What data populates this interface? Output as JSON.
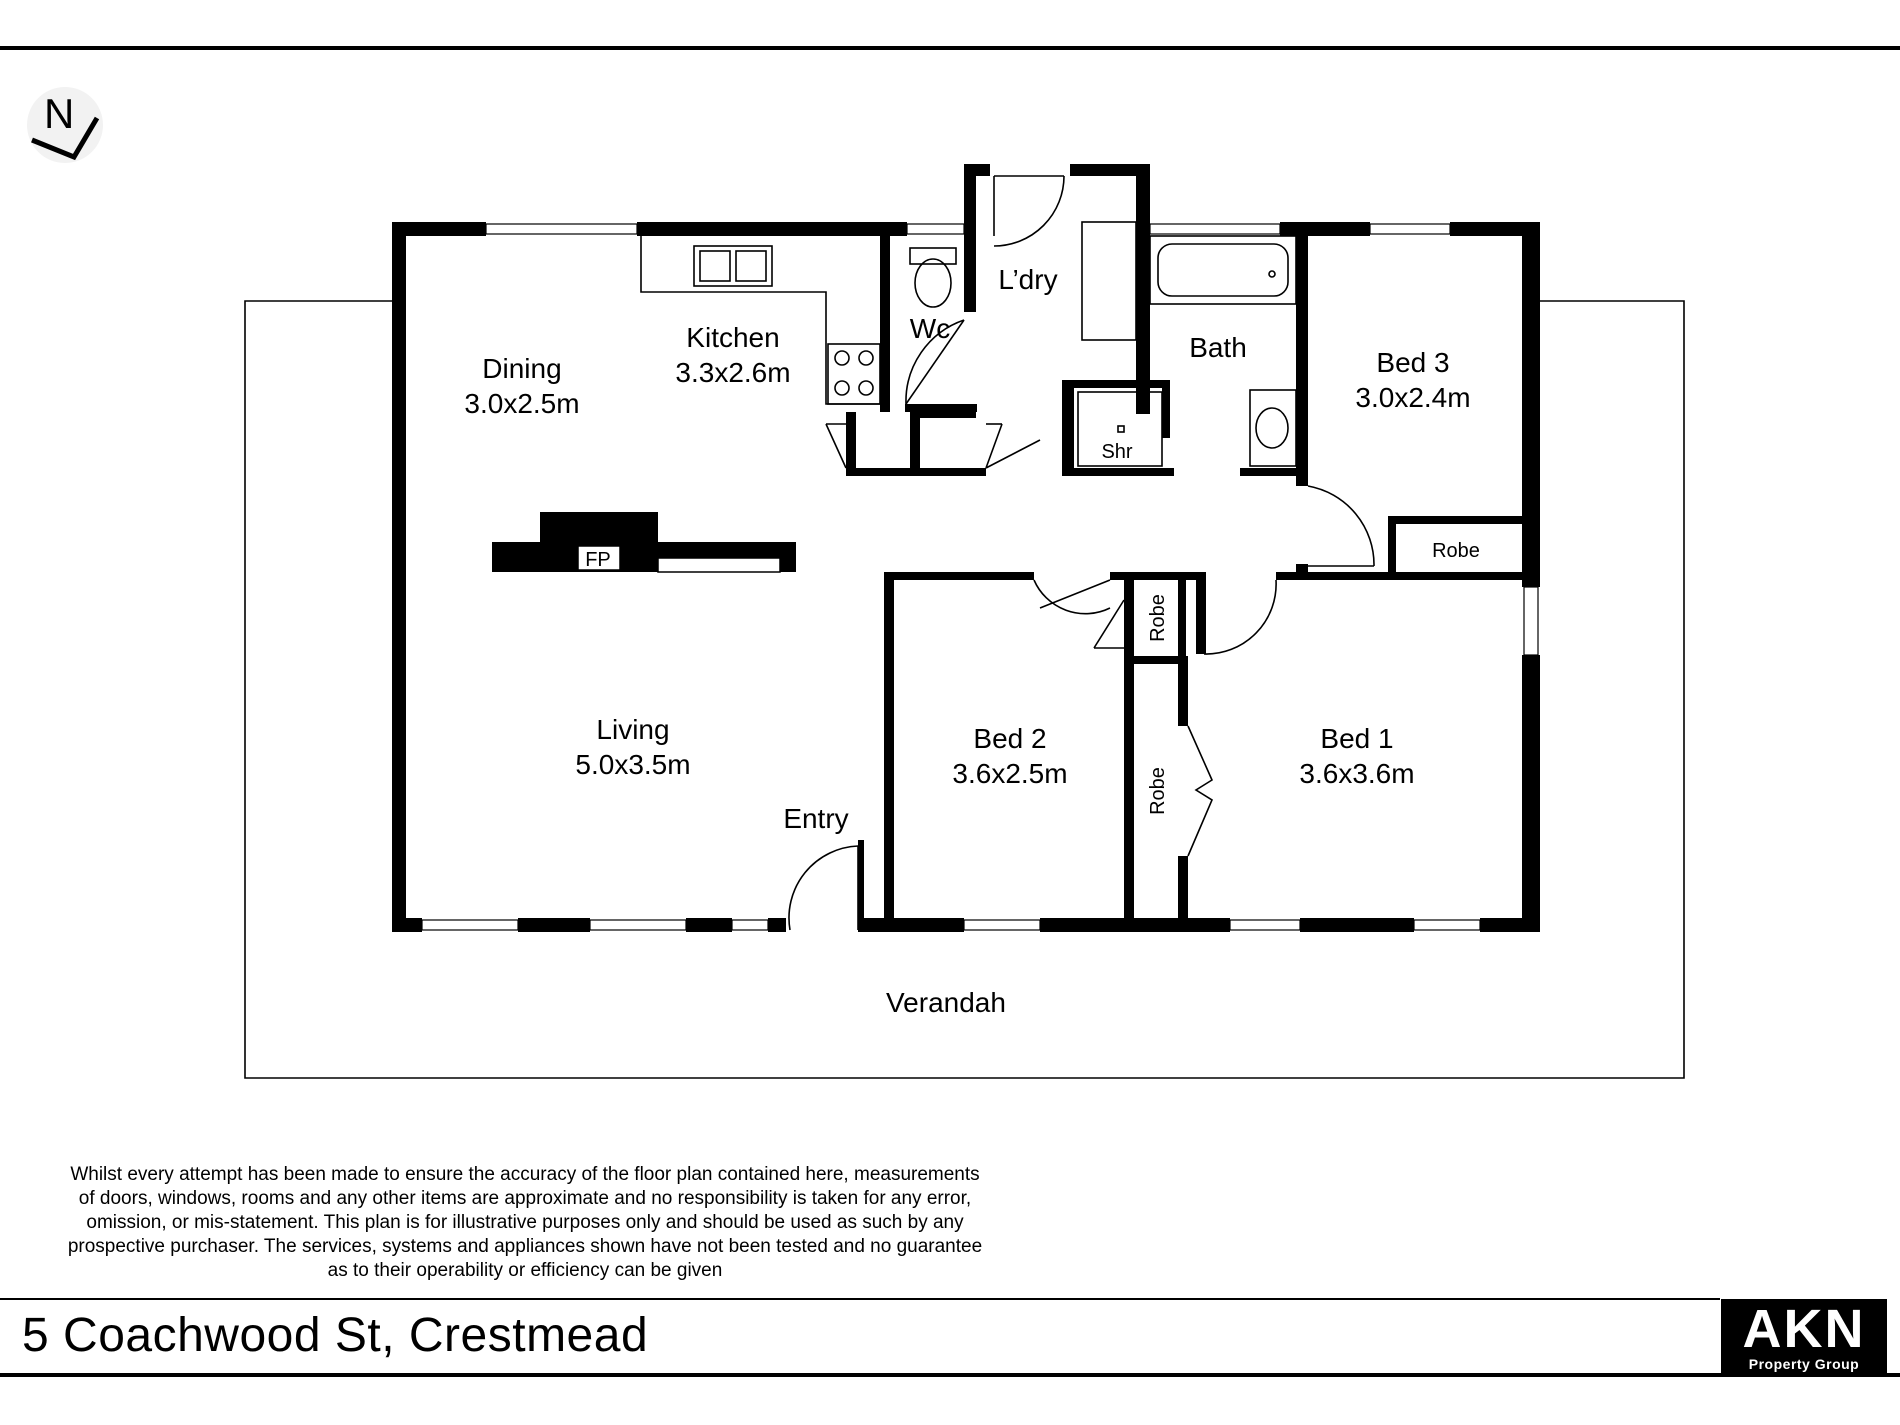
{
  "compass": {
    "label": "N"
  },
  "rooms": {
    "dining": {
      "name": "Dining",
      "size": "3.0x2.5m"
    },
    "kitchen": {
      "name": "Kitchen",
      "size": "3.3x2.6m"
    },
    "wc": {
      "name": "Wc"
    },
    "laundry": {
      "name": "L’dry"
    },
    "bath": {
      "name": "Bath"
    },
    "shower": {
      "name": "Shr"
    },
    "bed3": {
      "name": "Bed 3",
      "size": "3.0x2.4m"
    },
    "bed3_robe": {
      "name": "Robe"
    },
    "fireplace": {
      "name": "FP"
    },
    "living": {
      "name": "Living",
      "size": "5.0x3.5m"
    },
    "entry": {
      "name": "Entry"
    },
    "bed2": {
      "name": "Bed 2",
      "size": "3.6x2.5m"
    },
    "robe_upper": {
      "name": "Robe"
    },
    "robe_lower": {
      "name": "Robe"
    },
    "bed1": {
      "name": "Bed 1",
      "size": "3.6x3.6m"
    },
    "verandah": {
      "name": "Verandah"
    }
  },
  "disclaimer": "Whilst every attempt has been made to ensure the accuracy of the floor plan contained here, measurements\nof doors, windows, rooms and any other items are approximate and no responsibility is taken for any error,\nomission, or mis-statement. This plan is for illustrative purposes only and should be used as such by any\nprospective purchaser. The services, systems and appliances shown have not been tested and no guarantee\nas to their operability or efficiency can be given",
  "address": "5 Coachwood St, Crestmead",
  "logo": {
    "main": "AKN",
    "sub": "Property Group"
  }
}
